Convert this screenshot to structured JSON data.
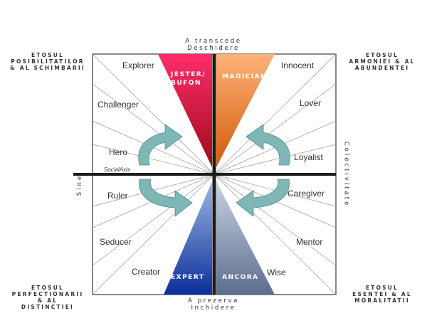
{
  "top_label": "A transcede\nDeschidere",
  "bottom_label": "A prezerva\nInchidere",
  "left_label": "Sine",
  "right_label": "Colectivitate",
  "social_axis_label": "SocialAxis",
  "corners": {
    "top_left": "ETOSUL\nPOSIBILITATILOR\n& AL SCHIMBARII",
    "top_right": "ETOSUL\nARMONIEI & AL\nABUNDENTEI",
    "bottom_left": "ETOSUL\nPERFECTIONARII\n& AL\nDISTINCTIEI",
    "bottom_right": "ETOSUL\nESENTEI & AL\nMORALITATII"
  },
  "archetypes": {
    "explorer": "Explorer",
    "challenger": "Challenger",
    "hero": "Hero",
    "ruler": "Ruler",
    "seducer": "Seducer",
    "creator": "Creator",
    "innocent": "Innocent",
    "lover": "Lover",
    "loyalist": "Loyalist",
    "caregiver": "Caregiver",
    "mentor": "Mentor",
    "wise": "Wise"
  },
  "wedges": {
    "jester": "JESTER/\nBUFON",
    "magician": "MAGICIAN",
    "expert": "EXPERT",
    "ancora": "ANCORA"
  },
  "colors": {
    "jester_top": "#ff2d6a",
    "jester_bottom": "#9c0a1c",
    "magician_top": "#ffb27a",
    "magician_bottom": "#d25a08",
    "expert_top": "#0c2f9a",
    "expert_bottom": "#9bb7e2",
    "ancora_top": "#5d6d8e",
    "ancora_bottom": "#c9d3e3",
    "arrow": "#7fb6b6",
    "axis": "#1c1c1c"
  }
}
